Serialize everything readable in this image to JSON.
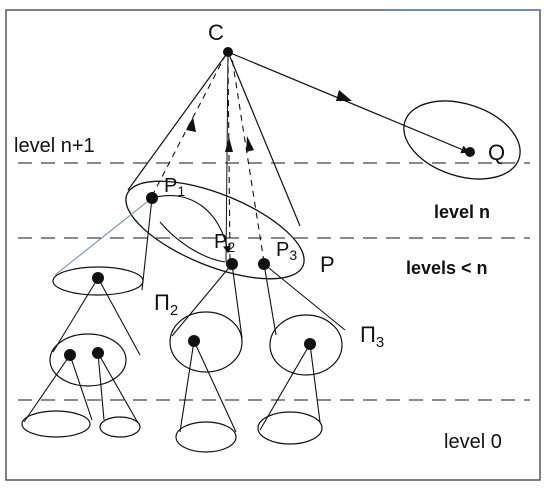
{
  "labels": {
    "C": "C",
    "Q": "Q",
    "P": "P",
    "P1": "P",
    "P1_sub": "1",
    "P2": "P",
    "P2_sub": "2",
    "P3": "P",
    "P3_sub": "3",
    "Pi2": "Π",
    "Pi2_sub": "2",
    "Pi3": "Π",
    "Pi3_sub": "3"
  },
  "levels": {
    "n_plus_1": "level n+1",
    "n": "level n",
    "below_n": "levels < n",
    "zero": "level 0"
  },
  "colors": {
    "ink": "#111111",
    "frame": "#555555",
    "dash": "#444444",
    "accent_line": "#6d8fb5",
    "background": "#ffffff"
  }
}
